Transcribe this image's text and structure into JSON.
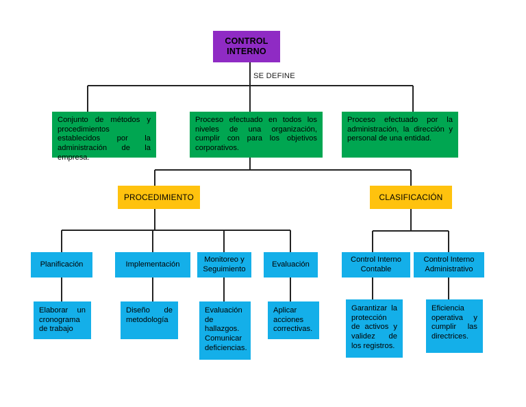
{
  "diagram": {
    "title": "Control Interno",
    "type": "concept-map",
    "colors": {
      "root": "#8F2BC4",
      "definition": "#00A651",
      "category": "#FFC20E",
      "item": "#14AFE9",
      "connector": "#222222",
      "background": "#FFFFFF",
      "text": "#000000"
    },
    "edge_labels": {
      "se_define": "SE DEFINE"
    },
    "root": {
      "label": "CONTROL\nINTERNO"
    },
    "definitions": [
      {
        "label": "Conjunto de métodos y procedimientos establecidos por la administración de la empresa."
      },
      {
        "label": "Proceso efectuado en todos los niveles de una organización, cumplir con para los objetivos corporativos."
      },
      {
        "label": "Proceso efectuado por la administración, la dirección y personal de una entidad."
      }
    ],
    "categories": [
      {
        "label": "PROCEDIMIENTO"
      },
      {
        "label": "CLASIFICACIÓN"
      }
    ],
    "procedimiento_items": [
      {
        "label": "Planificación",
        "detail": "Elaborar un cronograma de trabajo"
      },
      {
        "label": "Implementación",
        "detail": "Diseño de metodología"
      },
      {
        "label": "Monitoreo y Seguimiento",
        "detail": "Evaluación de hallazgos. Comunicar deficiencias."
      },
      {
        "label": "Evaluación",
        "detail": "Aplicar acciones correctivas."
      }
    ],
    "clasificacion_items": [
      {
        "label": "Control Interno Contable",
        "detail": "Garantizar la protección de activos y validez de los registros."
      },
      {
        "label": "Control Interno Administrativo",
        "detail": "Eficiencia operativa y cumplir las directrices."
      }
    ]
  }
}
